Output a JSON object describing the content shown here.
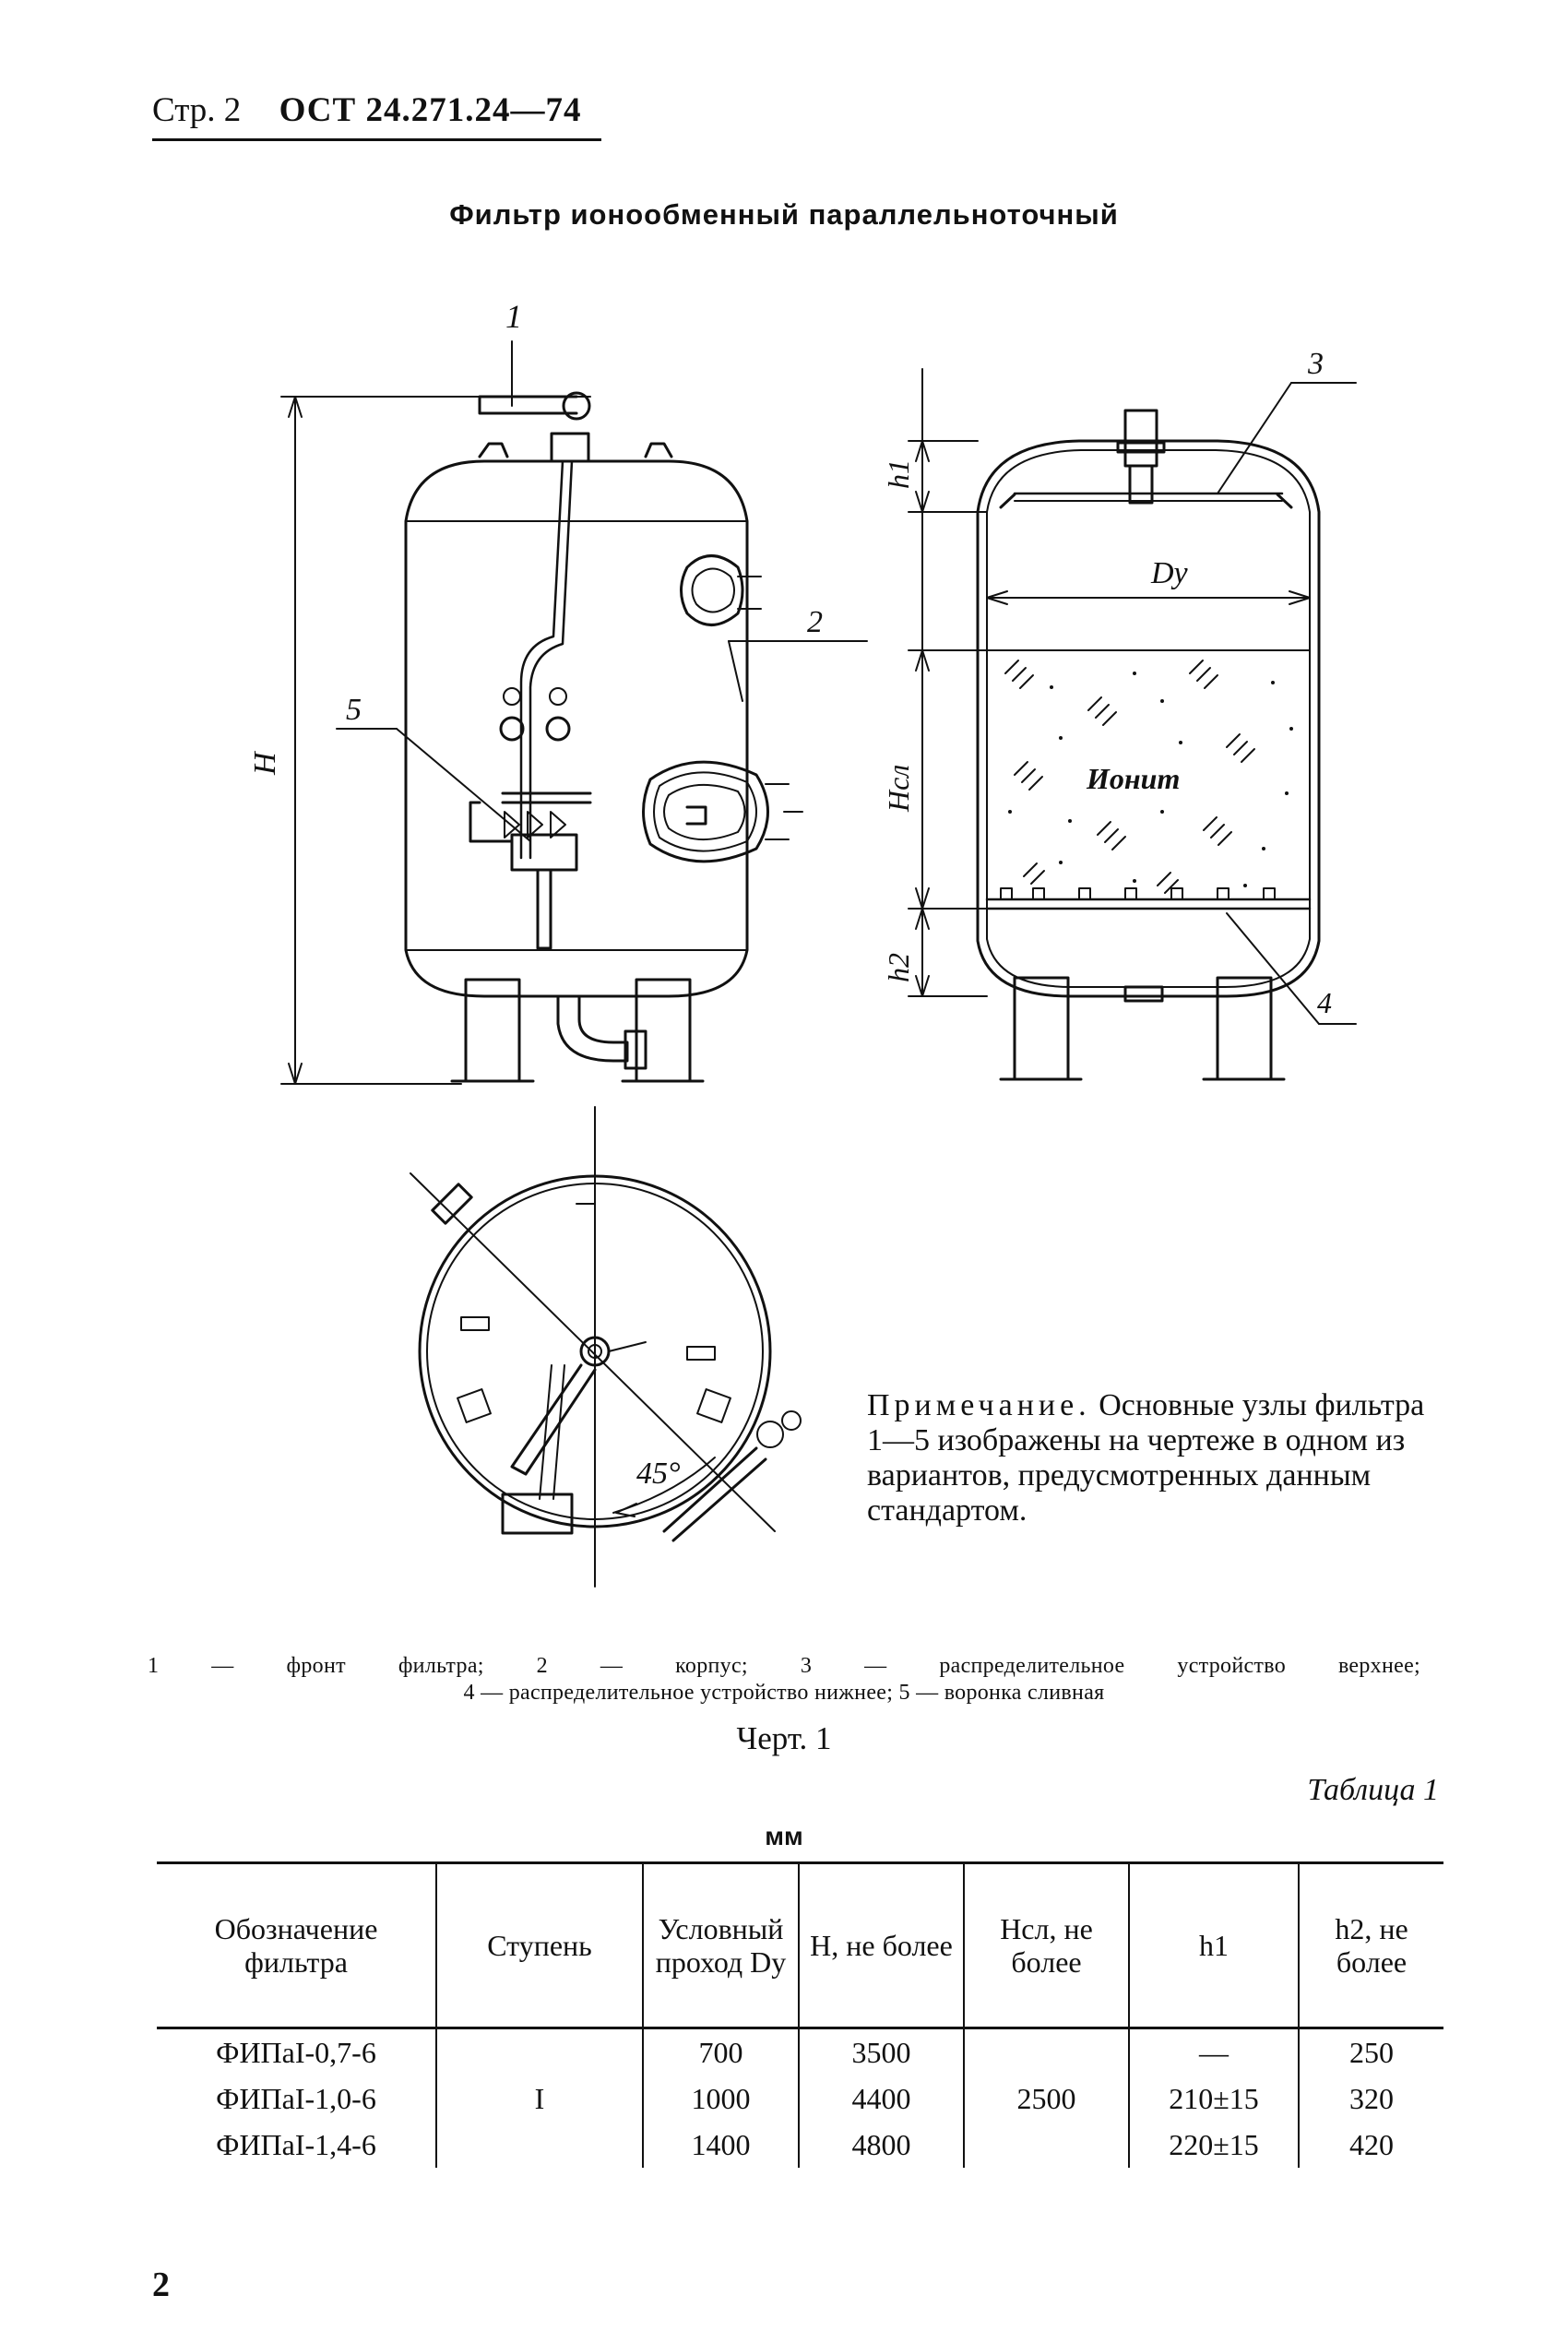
{
  "header": {
    "page": "Стр. 2",
    "standard": "ОСТ 24.271.24—74"
  },
  "title": "Фильтр ионообменный параллельноточный",
  "drawing": {
    "callouts": [
      "1",
      "2",
      "3",
      "4",
      "5"
    ],
    "dim_H": "H",
    "dim_h1": "h1",
    "dim_Dy": "Dy",
    "dim_Hsl": "Hсл",
    "dim_h2": "h2",
    "media_label": "Ионит",
    "angle": "45°"
  },
  "note": {
    "prefix": "Примечание.",
    "text": "Основные узлы фильтра 1—5 изображены на чертеже в одном из вариантов, предусмотренных данным стандартом."
  },
  "legend": {
    "line1": "1 — фронт фильтра; 2 — корпус; 3 — распределительное устройство верхнее;",
    "line2": "4 — распределительное устройство нижнее; 5 — воронка сливная"
  },
  "figure_caption": "Черт. 1",
  "table_caption": "Таблица 1",
  "units": "мм",
  "table": {
    "headers": [
      "Обозначение фильтра",
      "Ступень",
      "Условный проход Dy",
      "H, не более",
      "Hсл, не более",
      "h1",
      "h2, не более"
    ],
    "rows": [
      {
        "designation": "ФИПаI-0,7-6",
        "dy": "700",
        "h": "3500",
        "h1": "—",
        "h2": "250"
      },
      {
        "designation": "ФИПаI-1,0-6",
        "dy": "1000",
        "h": "4400",
        "h1": "210±15",
        "h2": "320"
      },
      {
        "designation": "ФИПаI-1,4-6",
        "dy": "1400",
        "h": "4800",
        "h1": "220±15",
        "h2": "420"
      }
    ],
    "stage": "I",
    "hsl": "2500"
  },
  "page_number": "2"
}
